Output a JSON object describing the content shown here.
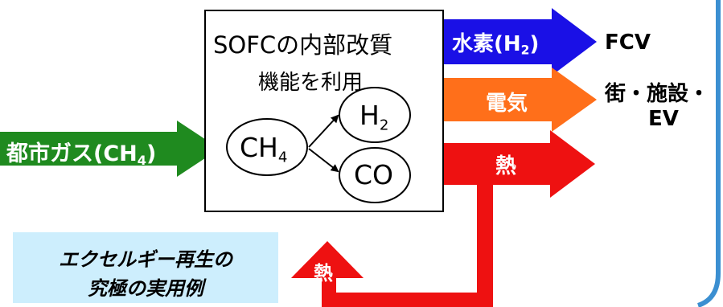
{
  "sofc_box": {
    "title_line1": "SOFCの内部改質",
    "title_line2": "機能を利用"
  },
  "molecules": {
    "ch4": {
      "base": "CH",
      "sub": "4"
    },
    "h2": {
      "base": "H",
      "sub": "2"
    },
    "co": "CO"
  },
  "inputs": {
    "city_gas": {
      "text": "都市ガス(CH",
      "sub": "4",
      "close": ")"
    }
  },
  "outputs": {
    "hydrogen": {
      "text": "水素(H",
      "sub": "2",
      "close": ")"
    },
    "electricity": "電気",
    "heat": "熱",
    "heat_return": "熱"
  },
  "destinations": {
    "fcv": "FCV",
    "city_line1": "街・施設・",
    "city_line2": "EV"
  },
  "note": {
    "line1": "エクセルギー再生の",
    "line2": "究極の実用例"
  },
  "colors": {
    "hydrogen_arrow": "#1a10e6",
    "electricity_arrow": "#ff6f1a",
    "heat_arrow": "#ee1111",
    "city_gas_arrow": "#1f8a1f",
    "note_background": "#cdeefd",
    "right_edge_accent": "#3b8fd1"
  }
}
